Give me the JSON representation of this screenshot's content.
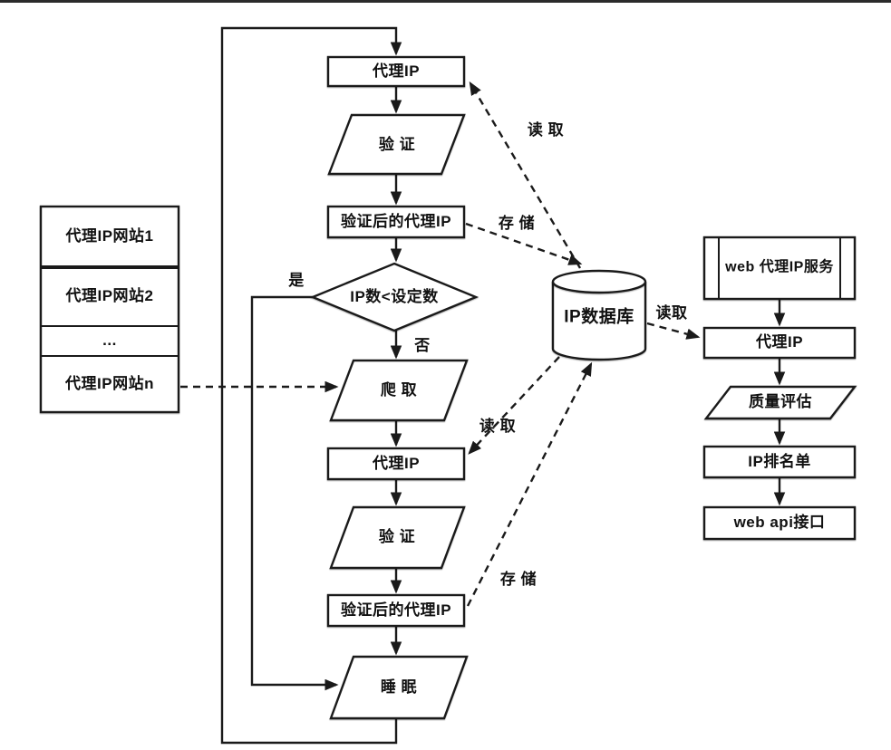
{
  "flowchart": {
    "main": {
      "proxy_ip": "代理IP",
      "verify": "验 证",
      "verified_proxy": "验证后的代理IP",
      "decision": "IP数<设定数",
      "crawl": "爬 取",
      "proxy_ip2": "代理IP",
      "verify2": "验 证",
      "verified_proxy2": "验证后的代理IP",
      "sleep": "睡 眠"
    },
    "websites": [
      "代理IP网站1",
      "代理IP网站2",
      "...",
      "代理IP网站n"
    ],
    "database": "IP数据库",
    "service": {
      "header": "web 代理IP服务",
      "proxy_ip": "代理IP",
      "quality": "质量评估",
      "ranking": "IP排名单",
      "api": "web api接口"
    },
    "labels": {
      "yes": "是",
      "no": "否",
      "read_top": "读 取",
      "store_top": "存 储",
      "read_mid": "读 取",
      "store_bottom": "存 储",
      "read_right": "读取"
    },
    "colors": {
      "stroke": "#1a1a1a",
      "background": "#ffffff",
      "top_bar": "#2b2b2b"
    }
  }
}
